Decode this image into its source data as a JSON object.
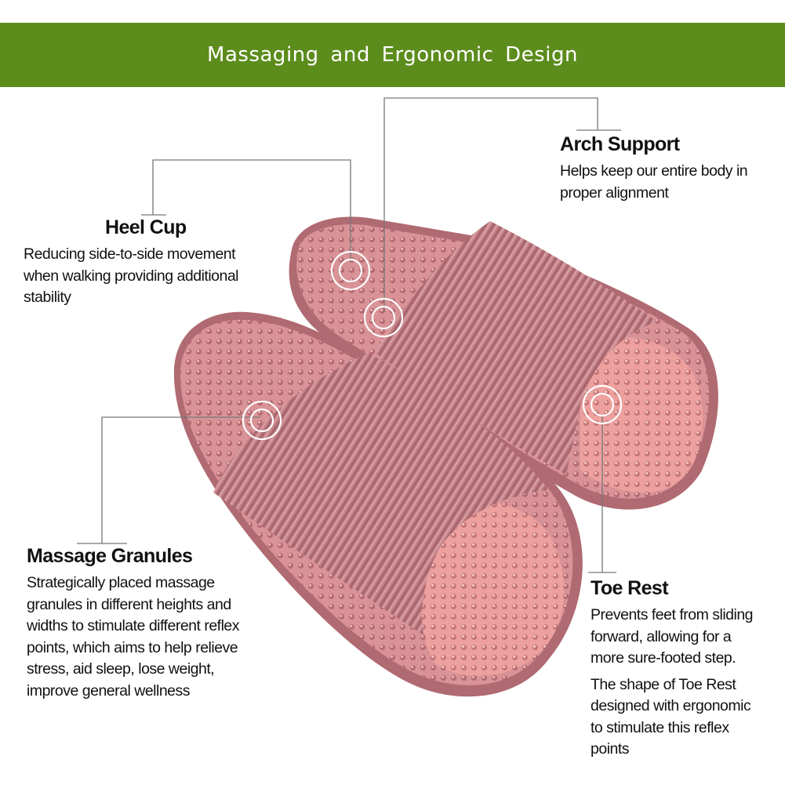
{
  "banner": {
    "title": "Massaging and Ergonomic Design",
    "color": "#5c8c1c"
  },
  "slipper": {
    "color": "#c9878c"
  },
  "features": {
    "heel_cup": {
      "title": "Heel Cup",
      "lines": [
        "Reducing side-to-side movement",
        "when walking providing additional",
        "stability"
      ]
    },
    "arch_support": {
      "title": "Arch Support",
      "lines": [
        "Helps keep our entire body in",
        "proper alignment"
      ]
    },
    "massage_granules": {
      "title": "Massage Granules",
      "lines": [
        "Strategically placed massage",
        "granules in different heights and",
        "widths to stimulate different reflex",
        "points, which aims to help relieve",
        "stress, aid sleep, lose weight,",
        "improve general wellness"
      ]
    },
    "toe_rest": {
      "title": "Toe Rest",
      "lines": [
        "Prevents feet from sliding",
        "forward, allowing for a",
        "more sure-footed step."
      ],
      "lines2": [
        "The shape of Toe Rest",
        "designed with ergonomic",
        "to stimulate this reflex",
        "points"
      ]
    }
  }
}
